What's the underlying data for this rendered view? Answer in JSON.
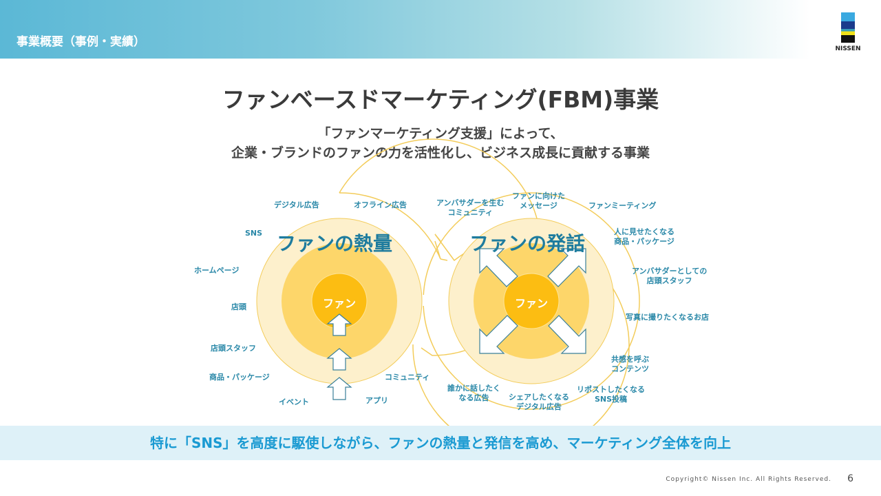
{
  "header": {
    "section": "事業概要（事例・実績）",
    "logo": "NISSEN"
  },
  "title": "ファンベースドマーケティング(FBM)事業",
  "subtitle": [
    "「ファンマーケティング支援」によって、",
    "企業・ブランドのファンの力を活性化し、ビジネス成長に貢献する事業"
  ],
  "diagram": {
    "left": {
      "title": "ファンの熱量",
      "center": "ファン",
      "labels": [
        "デジタル広告",
        "オフライン広告",
        "SNS",
        "ホームページ",
        "店頭",
        "店頭スタッフ",
        "商品・パッケージ",
        "イベント",
        "アプリ",
        "コミュニティ"
      ]
    },
    "right": {
      "title": "ファンの発話",
      "center": "ファン",
      "labels": [
        "アンバサダーを生む\nコミュニティ",
        "ファンに向けた\nメッセージ",
        "ファンミーティング",
        "人に見せたくなる\n商品・パッケージ",
        "アンバサダーとしての\n店頭スタッフ",
        "写真に撮りたくなるお店",
        "共感を呼ぶ\nコンテンツ",
        "リポストしたくなる\nSNS投稿",
        "シェアしたくなる\nデジタル広告",
        "誰かに話したく\nなる広告"
      ]
    },
    "colors": {
      "outer": "#fdf0cc",
      "mid": "#fdd66a",
      "core": "#fcbd12",
      "text": "#1e7c9e"
    }
  },
  "footer": {
    "message": "特に「SNS」を高度に駆使しながら、ファンの熱量と発信を高め、マーケティング全体を向上",
    "copyright": "Copyright© Nissen Inc. All Rights Reserved.",
    "page": "6"
  }
}
